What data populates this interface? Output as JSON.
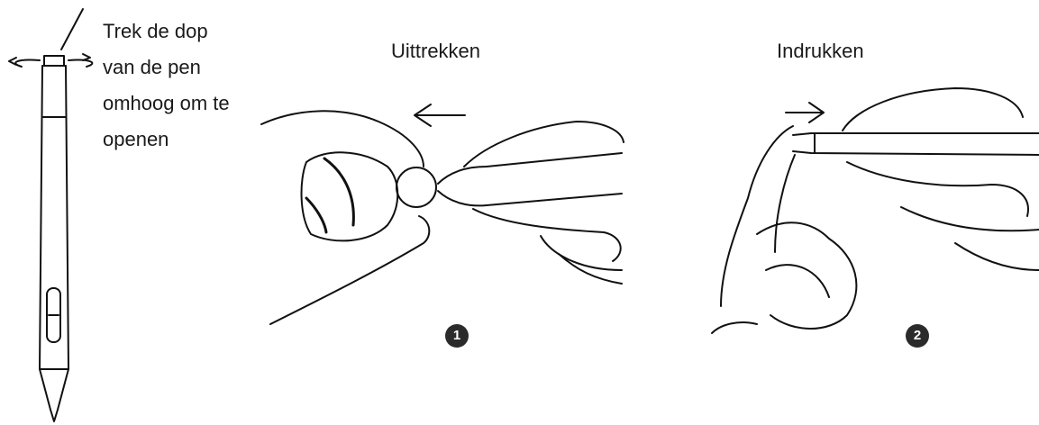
{
  "pen_instruction": [
    "Trek de dop",
    "van de pen",
    "omhoog om te",
    "openen"
  ],
  "step1": {
    "heading": "Uittrekken",
    "number": "1"
  },
  "step2": {
    "heading": "Indrukken",
    "number": "2"
  },
  "colors": {
    "ink": "#111111",
    "badge": "#2b2b2b",
    "background": "#ffffff"
  }
}
